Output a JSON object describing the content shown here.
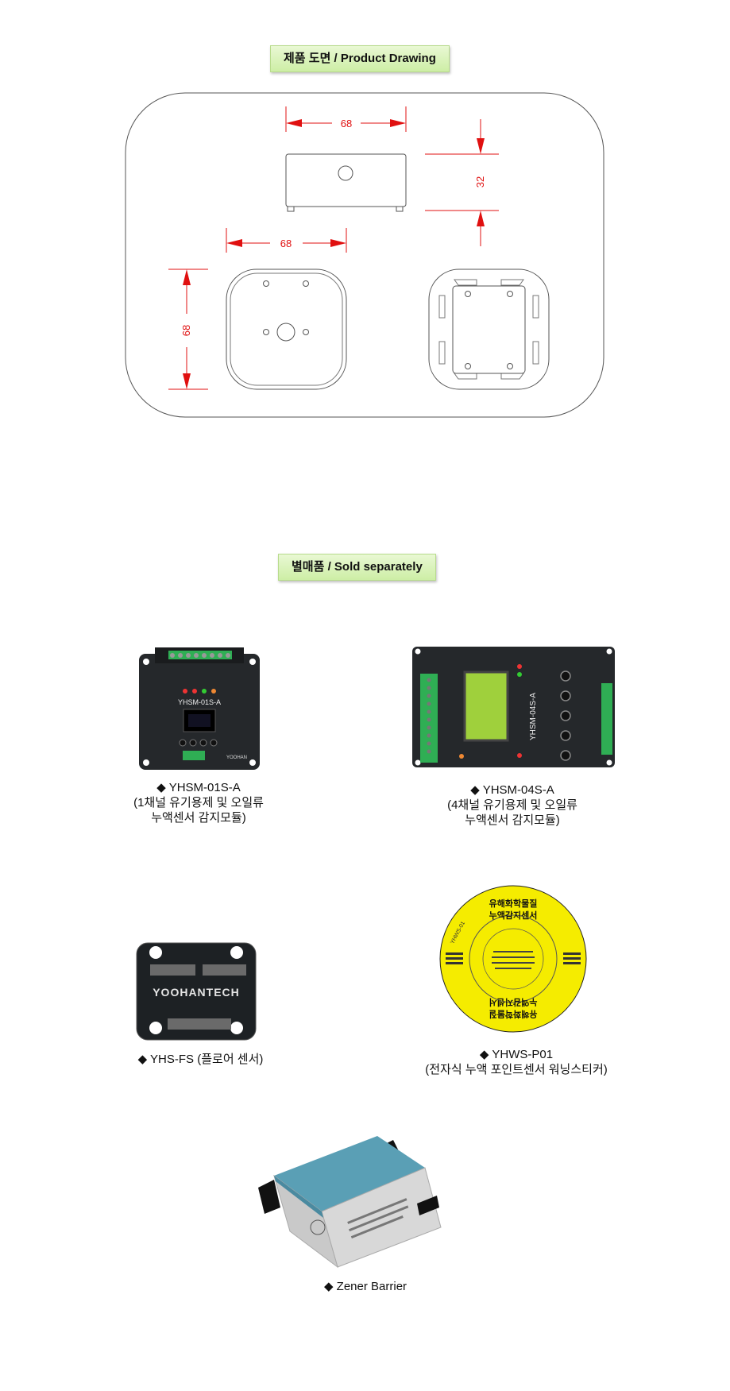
{
  "drawing_section": {
    "title": "제품 도면 / Product Drawing",
    "dimensions": {
      "top_width": "68",
      "top_height": "32",
      "bottom_width": "68",
      "bottom_height": "68"
    }
  },
  "sold_separately_section": {
    "title": "별매품 / Sold separately",
    "products": [
      {
        "bullet": "◆",
        "model": "YHSM-01S-A",
        "description_lines": [
          "(1채널 유기용제 및 오일류",
          "누액센서 감지모듈)"
        ],
        "device_label": "YHSM-01S-A"
      },
      {
        "bullet": "◆",
        "model": "YHSM-04S-A",
        "description_lines": [
          "(4채널 유기용제 및 오일류",
          "누액센서 감지모듈)"
        ],
        "device_label": "YHSM-04S-A"
      },
      {
        "bullet": "◆",
        "model": "YHS-FS (플로어 센서)",
        "description_lines": [],
        "device_label": "YOOHANTECH"
      },
      {
        "bullet": "◆",
        "model": "YHWS-P01",
        "description_lines": [
          "(전자식 누액 포인트센서 워닝스티커)"
        ],
        "sticker_top_lines": [
          "유해화학물질",
          "누액감지센서"
        ],
        "sticker_bottom_lines": [
          "유해화학물질",
          "누액감지센서"
        ],
        "sticker_side_label": "YHWS-01"
      },
      {
        "bullet": "◆",
        "model": "Zener Barrier",
        "description_lines": []
      }
    ]
  },
  "colors": {
    "dimension_red": "#e01010",
    "badge_green": "#cdeea5",
    "sticker_yellow": "#f5ec00",
    "barrier_teal": "#5a9fb5"
  }
}
